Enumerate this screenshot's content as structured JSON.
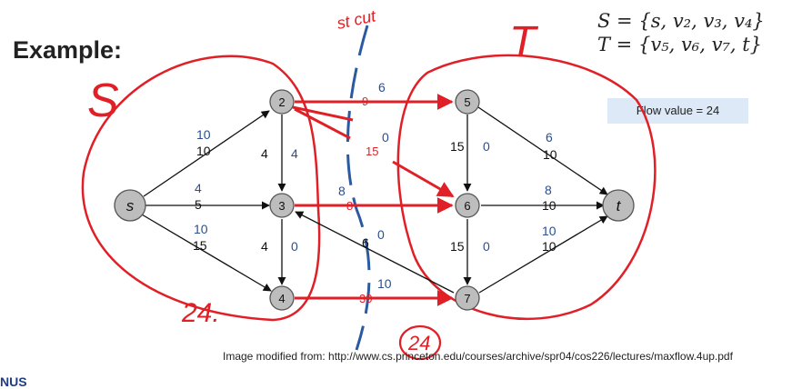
{
  "title": "Example:",
  "sets": {
    "S": "S = {s, v₂, v₃, v₄}",
    "T": "T = {v₅, v₆, v₇, t}"
  },
  "flow_value": "Flow value = 24",
  "credit": "Image modified from: http://www.cs.princeton.edu/courses/archive/spr04/cos226/lectures/maxflow.4up.pdf",
  "logo": "NUS",
  "nodes": [
    "s",
    "2",
    "3",
    "4",
    "5",
    "6",
    "7",
    "t"
  ],
  "edge_labels": {
    "s2_flow": "10",
    "s2_cap": "10",
    "s3_flow": "4",
    "s3_cap": "5",
    "s4_flow": "10",
    "s4_cap": "15",
    "23_cap": "4",
    "23_flow": "4",
    "34_cap": "4",
    "34_flow": "0",
    "25_cap": "9",
    "25_flow": "6",
    "26_cap": "15",
    "26_flow": "0",
    "36_cap": "8",
    "36_flow": "8",
    "47_cap": "30",
    "47_flow": "10",
    "73_cap": "6",
    "73_flow": "0",
    "56_cap": "15",
    "56_flow": "0",
    "5t_flow": "6",
    "5t_cap": "10",
    "6t_flow": "8",
    "6t_cap": "10",
    "67_cap": "15",
    "67_flow": "0",
    "7t_flow": "10",
    "7t_cap": "10"
  },
  "handwriting": {
    "S": "S",
    "T": "T",
    "cut": "st cut",
    "left_sum": "24.",
    "bottom_sum": "24"
  },
  "colors": {
    "ink": "#e01f26",
    "flow": "#2a4f8e",
    "node": "#bdbdbd",
    "cut": "#2b5aa0"
  }
}
